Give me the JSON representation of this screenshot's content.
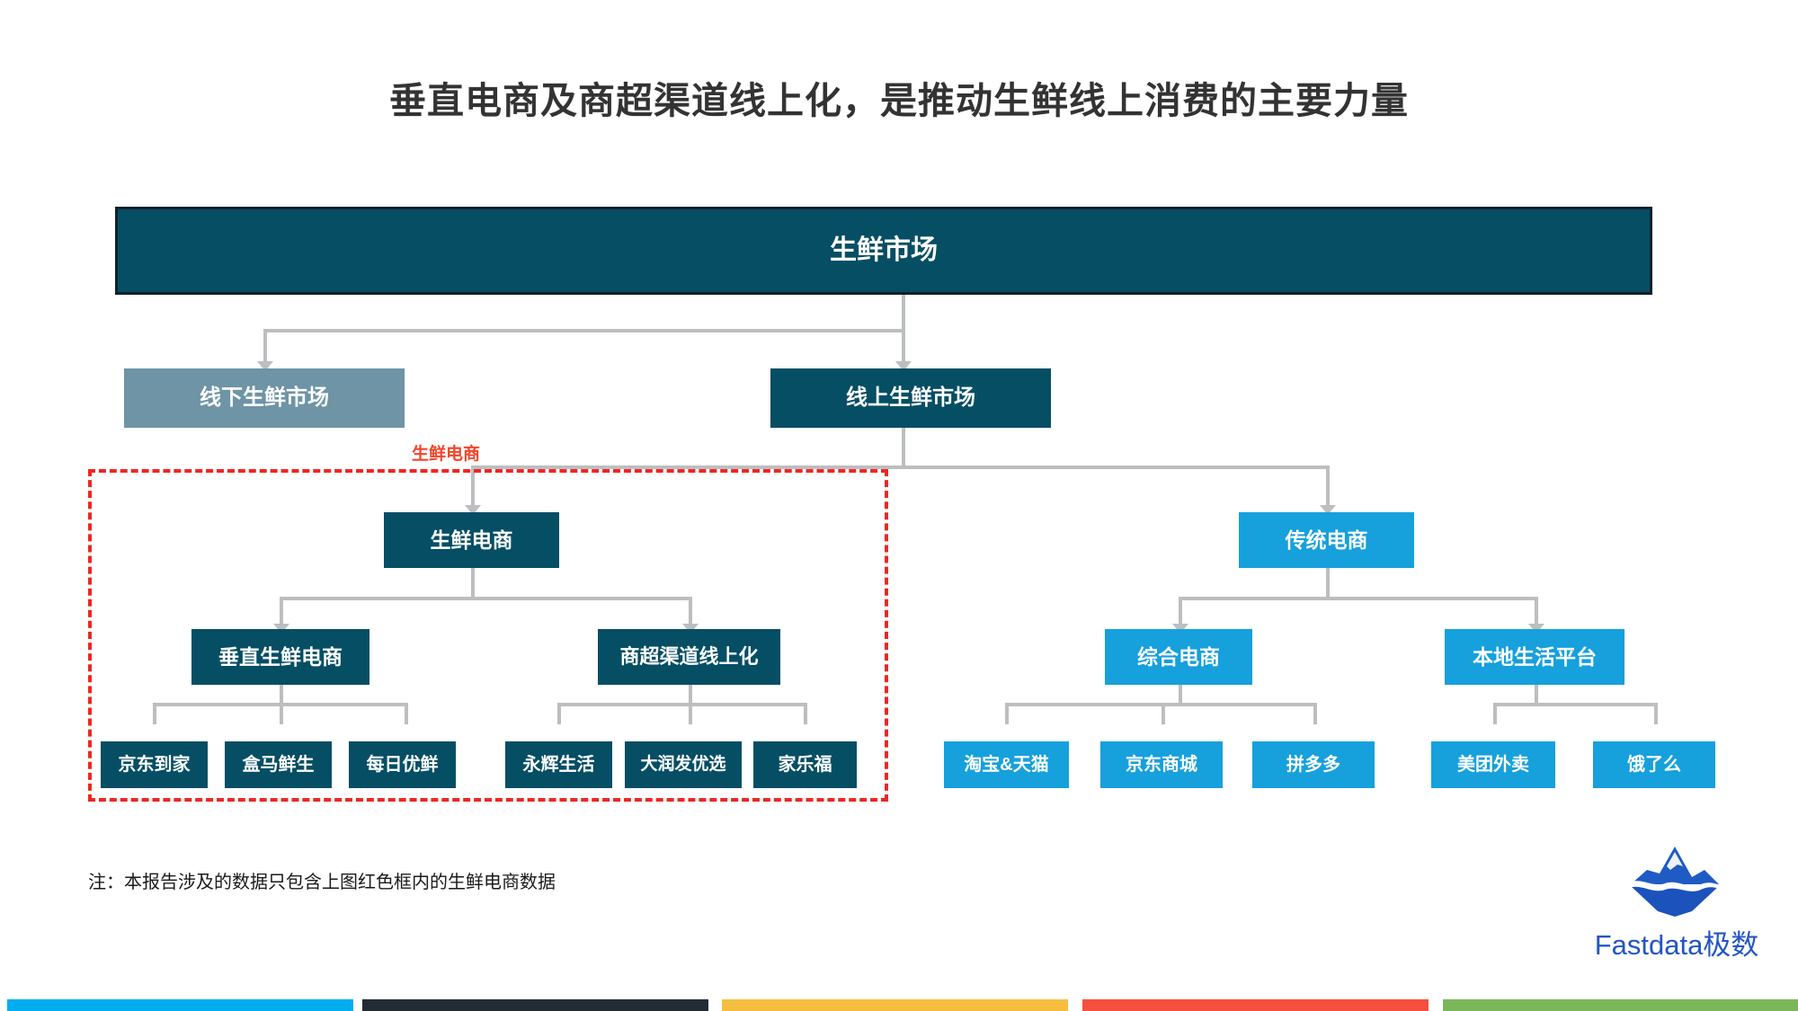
{
  "slide": {
    "title": "垂直电商及商超渠道线上化，是推动生鲜线上消费的主要力量",
    "footnote": "注：本报告涉及的数据只包含上图红色框内的生鲜电商数据",
    "highlight_label": "生鲜电商",
    "background": "#ffffff"
  },
  "colors": {
    "dark_teal": "#064E64",
    "steel_blue": "#6E94A5",
    "cyan": "#16A0DC",
    "connector_gray": "#BCBEC0",
    "highlight_red": "#EE2722",
    "title_text": "#333333",
    "logo_blue": "#2255C4"
  },
  "tree": {
    "root": {
      "label": "生鲜市场"
    },
    "level2": [
      {
        "label": "线下生鲜市场",
        "style": "steel"
      },
      {
        "label": "线上生鲜市场",
        "style": "teal"
      }
    ],
    "level3": [
      {
        "label": "生鲜电商",
        "style": "teal"
      },
      {
        "label": "传统电商",
        "style": "cyan"
      }
    ],
    "level4": [
      {
        "label": "垂直生鲜电商",
        "style": "teal"
      },
      {
        "label": "商超渠道线上化",
        "style": "teal"
      },
      {
        "label": "综合电商",
        "style": "cyan"
      },
      {
        "label": "本地生活平台",
        "style": "cyan"
      }
    ],
    "leaves_vertical_ecommerce": [
      {
        "label": "京东到家"
      },
      {
        "label": "盒马鲜生"
      },
      {
        "label": "每日优鲜"
      }
    ],
    "leaves_supermarket_online": [
      {
        "label": "永辉生活"
      },
      {
        "label": "大润发优选"
      },
      {
        "label": "家乐福"
      }
    ],
    "leaves_general_ecommerce": [
      {
        "label": "淘宝&天猫"
      },
      {
        "label": "京东商城"
      },
      {
        "label": "拼多多"
      }
    ],
    "leaves_local_life": [
      {
        "label": "美团外卖"
      },
      {
        "label": "饿了么"
      }
    ]
  },
  "logo": {
    "text": "Fastdata极数",
    "mark": "iceberg-icon"
  },
  "footer_bar": {
    "segments": [
      {
        "color": "#00AEEF"
      },
      {
        "color": "#232B35"
      },
      {
        "color": "#F5BE41"
      },
      {
        "color": "#F74F3F"
      },
      {
        "color": "#7CB65B"
      }
    ]
  }
}
